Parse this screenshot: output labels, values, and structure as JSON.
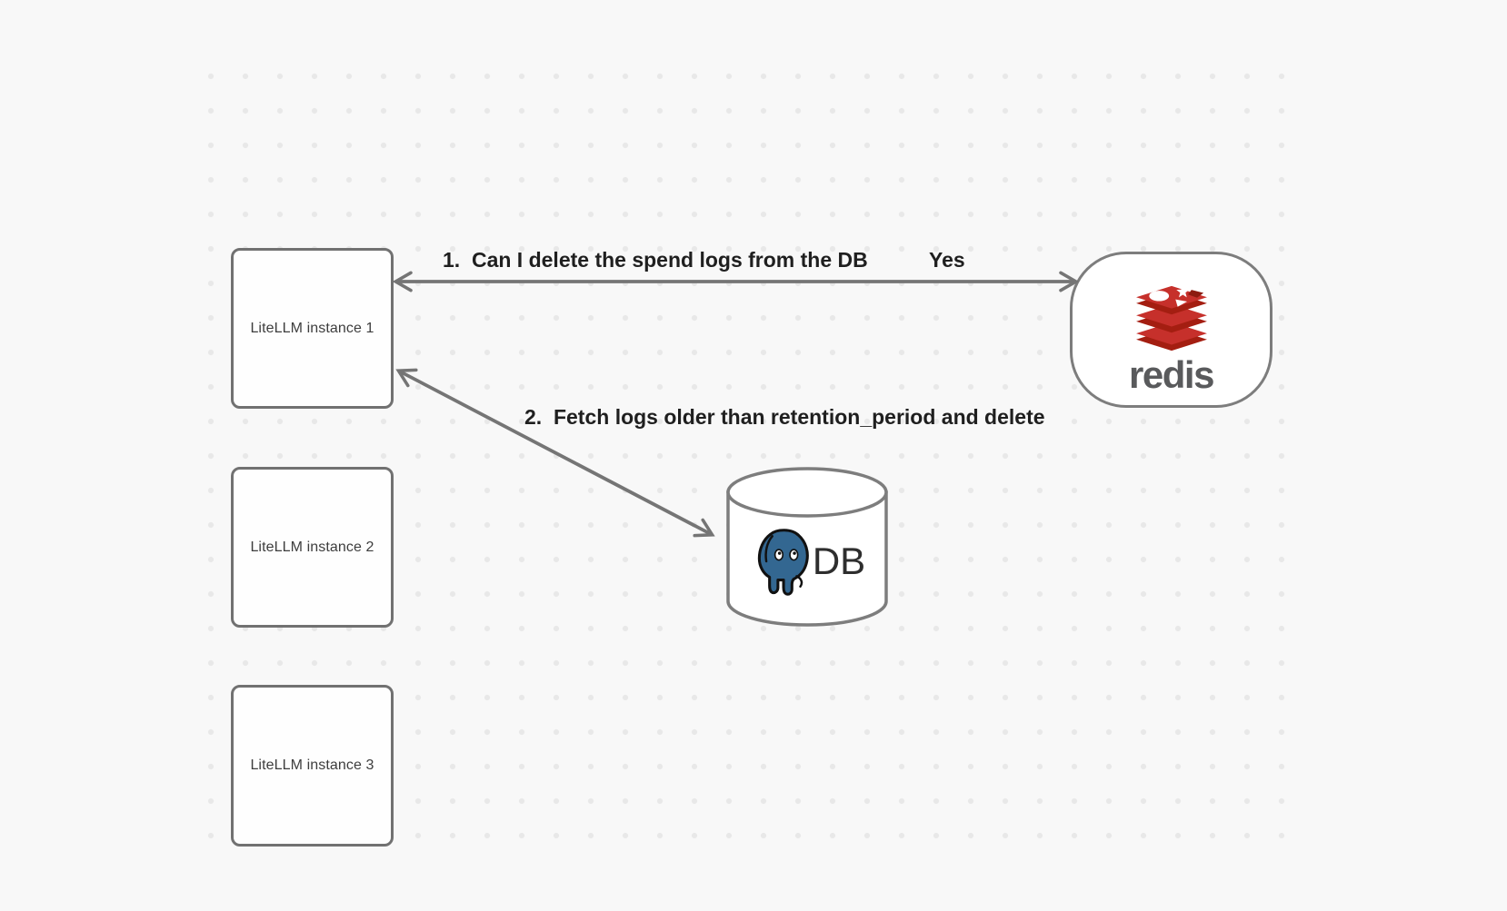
{
  "nodes": {
    "litellm_instances": [
      {
        "label": "LiteLLM instance 1"
      },
      {
        "label": "LiteLLM instance 2"
      },
      {
        "label": "LiteLLM instance 3"
      }
    ],
    "redis": {
      "wordmark": "redis"
    },
    "database": {
      "label": "DB"
    }
  },
  "edges": {
    "edge1": {
      "label": "1.  Can I delete the spend logs from the DB",
      "answer": "Yes"
    },
    "edge2": {
      "label": "2.  Fetch logs older than retention_period and delete"
    }
  },
  "icons": {
    "redis": "redis-stack-icon",
    "database": "postgresql-elephant-icon"
  },
  "colors": {
    "background": "#f8f8f8",
    "dots": "#e8e8e8",
    "node_border": "#717171",
    "node_text": "#3d3d3d",
    "arrow": "#757575",
    "label_text": "#1f1f1f",
    "redis_red": "#c6302b",
    "redis_dark_red": "#a41e11",
    "redis_cube": "#8c1b10",
    "redis_wordmark": "#595a5c",
    "postgres_blue": "#336791",
    "db_text": "#2e2e2e"
  }
}
